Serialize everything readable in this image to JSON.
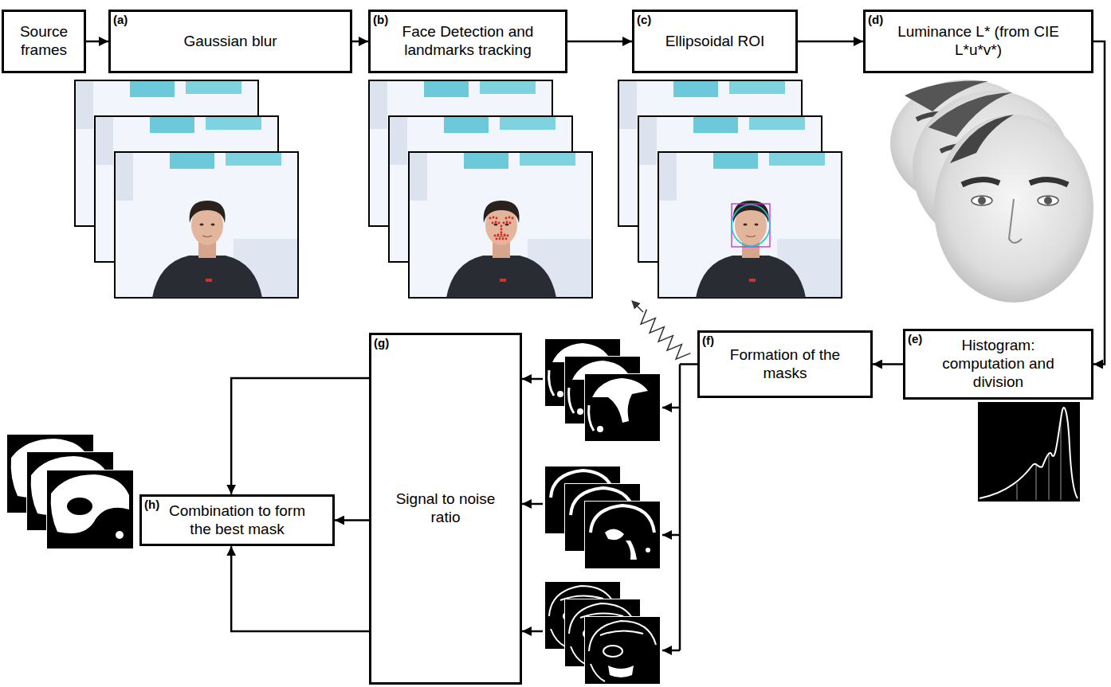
{
  "diagram": {
    "nodes": [
      {
        "text": [
          "Source frames"
        ]
      },
      {
        "text": [
          "(a)",
          "Gaussian blur"
        ]
      },
      {
        "text": [
          "(b)",
          "Face Detection and landmarks tracking"
        ]
      },
      {
        "text": [
          "(c)",
          "Ellipsoidal ROI"
        ]
      },
      {
        "text": [
          "(d)",
          "Luminance L* (from CIE L*u*v*)"
        ]
      },
      {
        "text": [
          "(e)",
          "Histogram: computation and division"
        ]
      },
      {
        "text": [
          "(f)",
          "Formation of the masks"
        ]
      },
      {
        "text": [
          "(g)",
          "Signal to noise ratio"
        ]
      },
      {
        "text": [
          "(h)",
          "Combination to form the best mask"
        ]
      }
    ],
    "edges": [
      {
        "from": 0,
        "to": 1,
        "arrow": "to"
      },
      {
        "from": 1,
        "to": 2,
        "arrow": "to"
      },
      {
        "from": 2,
        "to": 3,
        "arrow": "to"
      },
      {
        "from": 3,
        "to": 4,
        "arrow": "to"
      },
      {
        "from": 4,
        "to": 5,
        "arrow": "to"
      },
      {
        "from": 5,
        "to": 6,
        "arrow": "to"
      },
      {
        "from": 6,
        "to": 7,
        "arrow": "to"
      },
      {
        "from": 7,
        "to": 8,
        "arrow": "to"
      },
      {
        "from": 7,
        "to": 8,
        "arrow": "to"
      },
      {
        "from": 7,
        "to": 8,
        "arrow": "to"
      }
    ]
  }
}
